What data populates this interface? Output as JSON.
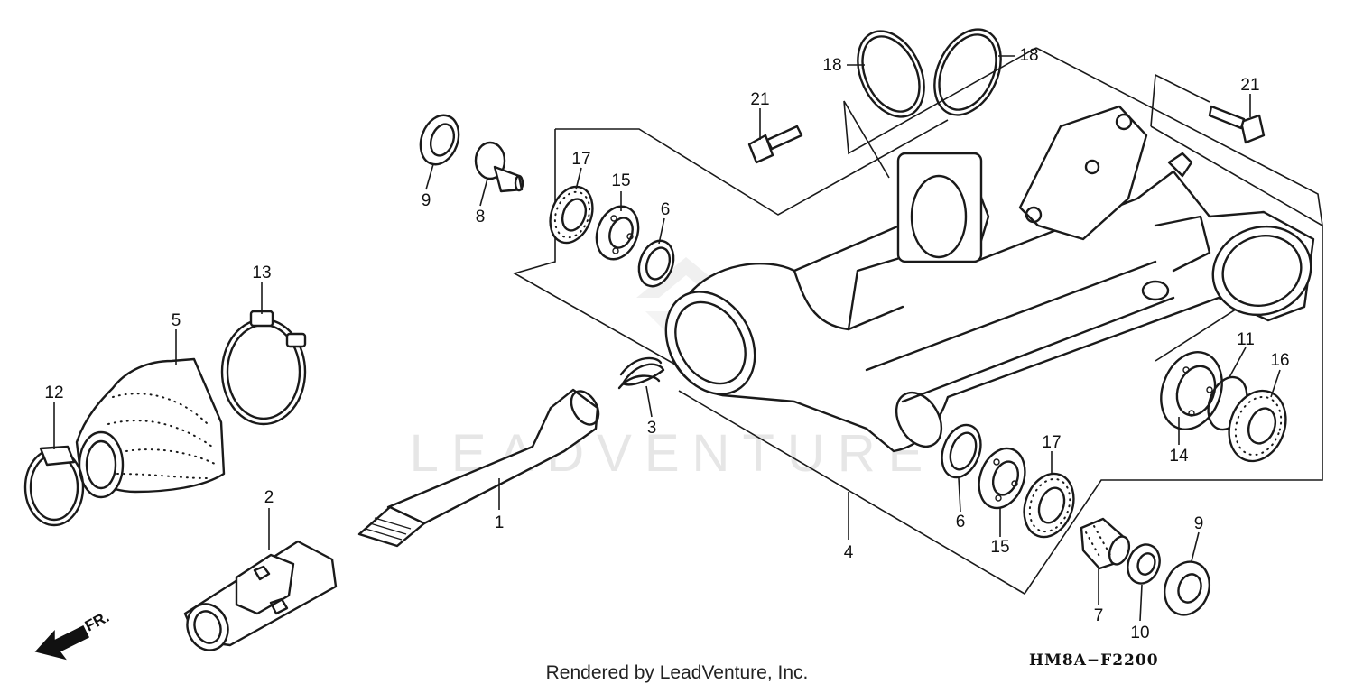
{
  "watermark": "LEADVENTURE",
  "footer": {
    "credit": "Rendered by LeadVenture, Inc.",
    "diagram_code": "HM8A−F2200"
  },
  "direction_marker": "FR.",
  "callouts": {
    "c1": "1",
    "c2": "2",
    "c3": "3",
    "c4": "4",
    "c5": "5",
    "c6a": "6",
    "c6b": "6",
    "c7": "7",
    "c8": "8",
    "c9a": "9",
    "c9b": "9",
    "c10": "10",
    "c11": "11",
    "c12": "12",
    "c13": "13",
    "c14": "14",
    "c15a": "15",
    "c15b": "15",
    "c16": "16",
    "c17a": "17",
    "c17b": "17",
    "c18a": "18",
    "c18b": "18",
    "c21a": "21",
    "c21b": "21"
  }
}
